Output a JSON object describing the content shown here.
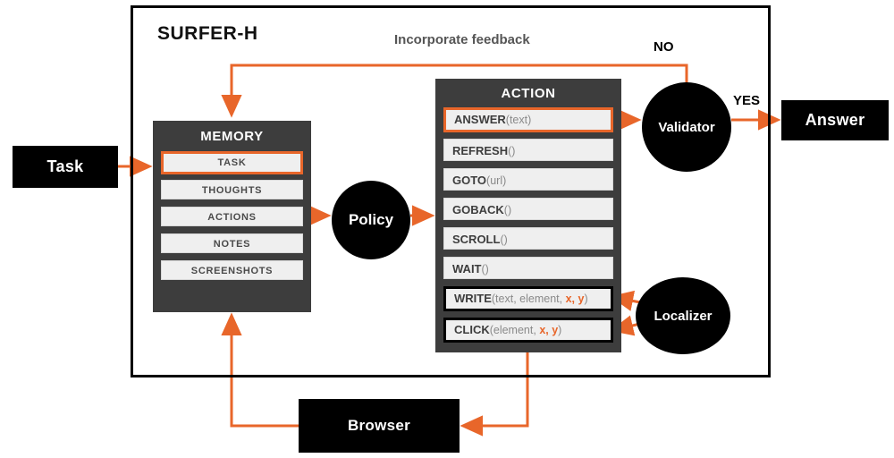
{
  "diagram": {
    "title": "SURFER-H",
    "frame_label": "SURFER-H",
    "accent_color": "#e8662a",
    "panel_color": "#3d3d3d",
    "slot_color": "#efefef",
    "node_color": "#000000"
  },
  "nodes": {
    "task": "Task",
    "answer": "Answer",
    "browser": "Browser",
    "policy": "Policy",
    "validator": "Validator",
    "localizer": "Localizer"
  },
  "memory": {
    "title": "MEMORY",
    "slots": [
      {
        "label": "TASK",
        "highlight": "orange"
      },
      {
        "label": "THOUGHTS",
        "highlight": "none"
      },
      {
        "label": "ACTIONS",
        "highlight": "none"
      },
      {
        "label": "NOTES",
        "highlight": "none"
      },
      {
        "label": "SCREENSHOTS",
        "highlight": "none"
      }
    ]
  },
  "action": {
    "title": "ACTION",
    "slots": [
      {
        "fn": "ANSWER",
        "args": "(text)",
        "xy": "",
        "close": "",
        "highlight": "orange"
      },
      {
        "fn": "REFRESH",
        "args": "()",
        "xy": "",
        "close": "",
        "highlight": "none"
      },
      {
        "fn": "GOTO",
        "args": "(url)",
        "xy": "",
        "close": "",
        "highlight": "none"
      },
      {
        "fn": "GOBACK",
        "args": "()",
        "xy": "",
        "close": "",
        "highlight": "none"
      },
      {
        "fn": "SCROLL",
        "args": "()",
        "xy": "",
        "close": "",
        "highlight": "none"
      },
      {
        "fn": "WAIT",
        "args": "()",
        "xy": "",
        "close": "",
        "highlight": "none"
      },
      {
        "fn": "WRITE",
        "args": "(text, element, ",
        "xy": "x, y",
        "close": ")",
        "highlight": "black"
      },
      {
        "fn": "CLICK",
        "args": "(element, ",
        "xy": "x, y",
        "close": ")",
        "highlight": "black"
      }
    ]
  },
  "edges": {
    "feedback_label": "Incorporate feedback",
    "no_label": "NO",
    "yes_label": "YES"
  }
}
